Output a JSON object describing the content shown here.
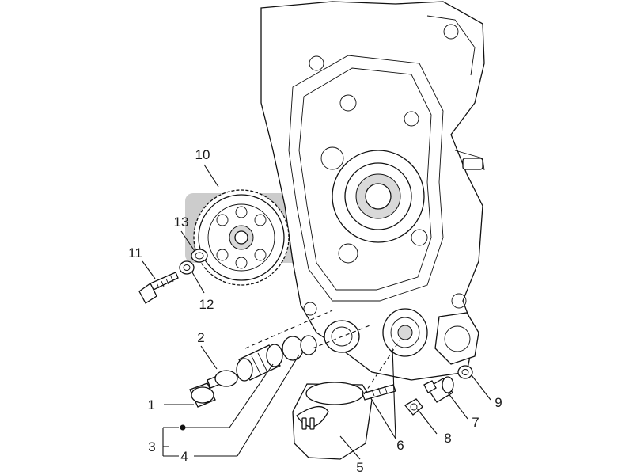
{
  "diagram": {
    "callouts": [
      {
        "id": "1",
        "text": "1"
      },
      {
        "id": "2",
        "text": "2"
      },
      {
        "id": "3",
        "text": "3"
      },
      {
        "id": "4",
        "text": "4"
      },
      {
        "id": "5",
        "text": "5"
      },
      {
        "id": "6",
        "text": "6"
      },
      {
        "id": "7",
        "text": "7"
      },
      {
        "id": "8",
        "text": "8"
      },
      {
        "id": "9",
        "text": "9"
      },
      {
        "id": "10",
        "text": "10"
      },
      {
        "id": "11",
        "text": "11"
      },
      {
        "id": "12",
        "text": "12"
      },
      {
        "id": "13",
        "text": "13"
      }
    ],
    "filter_cap_marks": [
      "",
      "",
      ""
    ],
    "watermark": {
      "color": "#8c8c8c"
    }
  }
}
